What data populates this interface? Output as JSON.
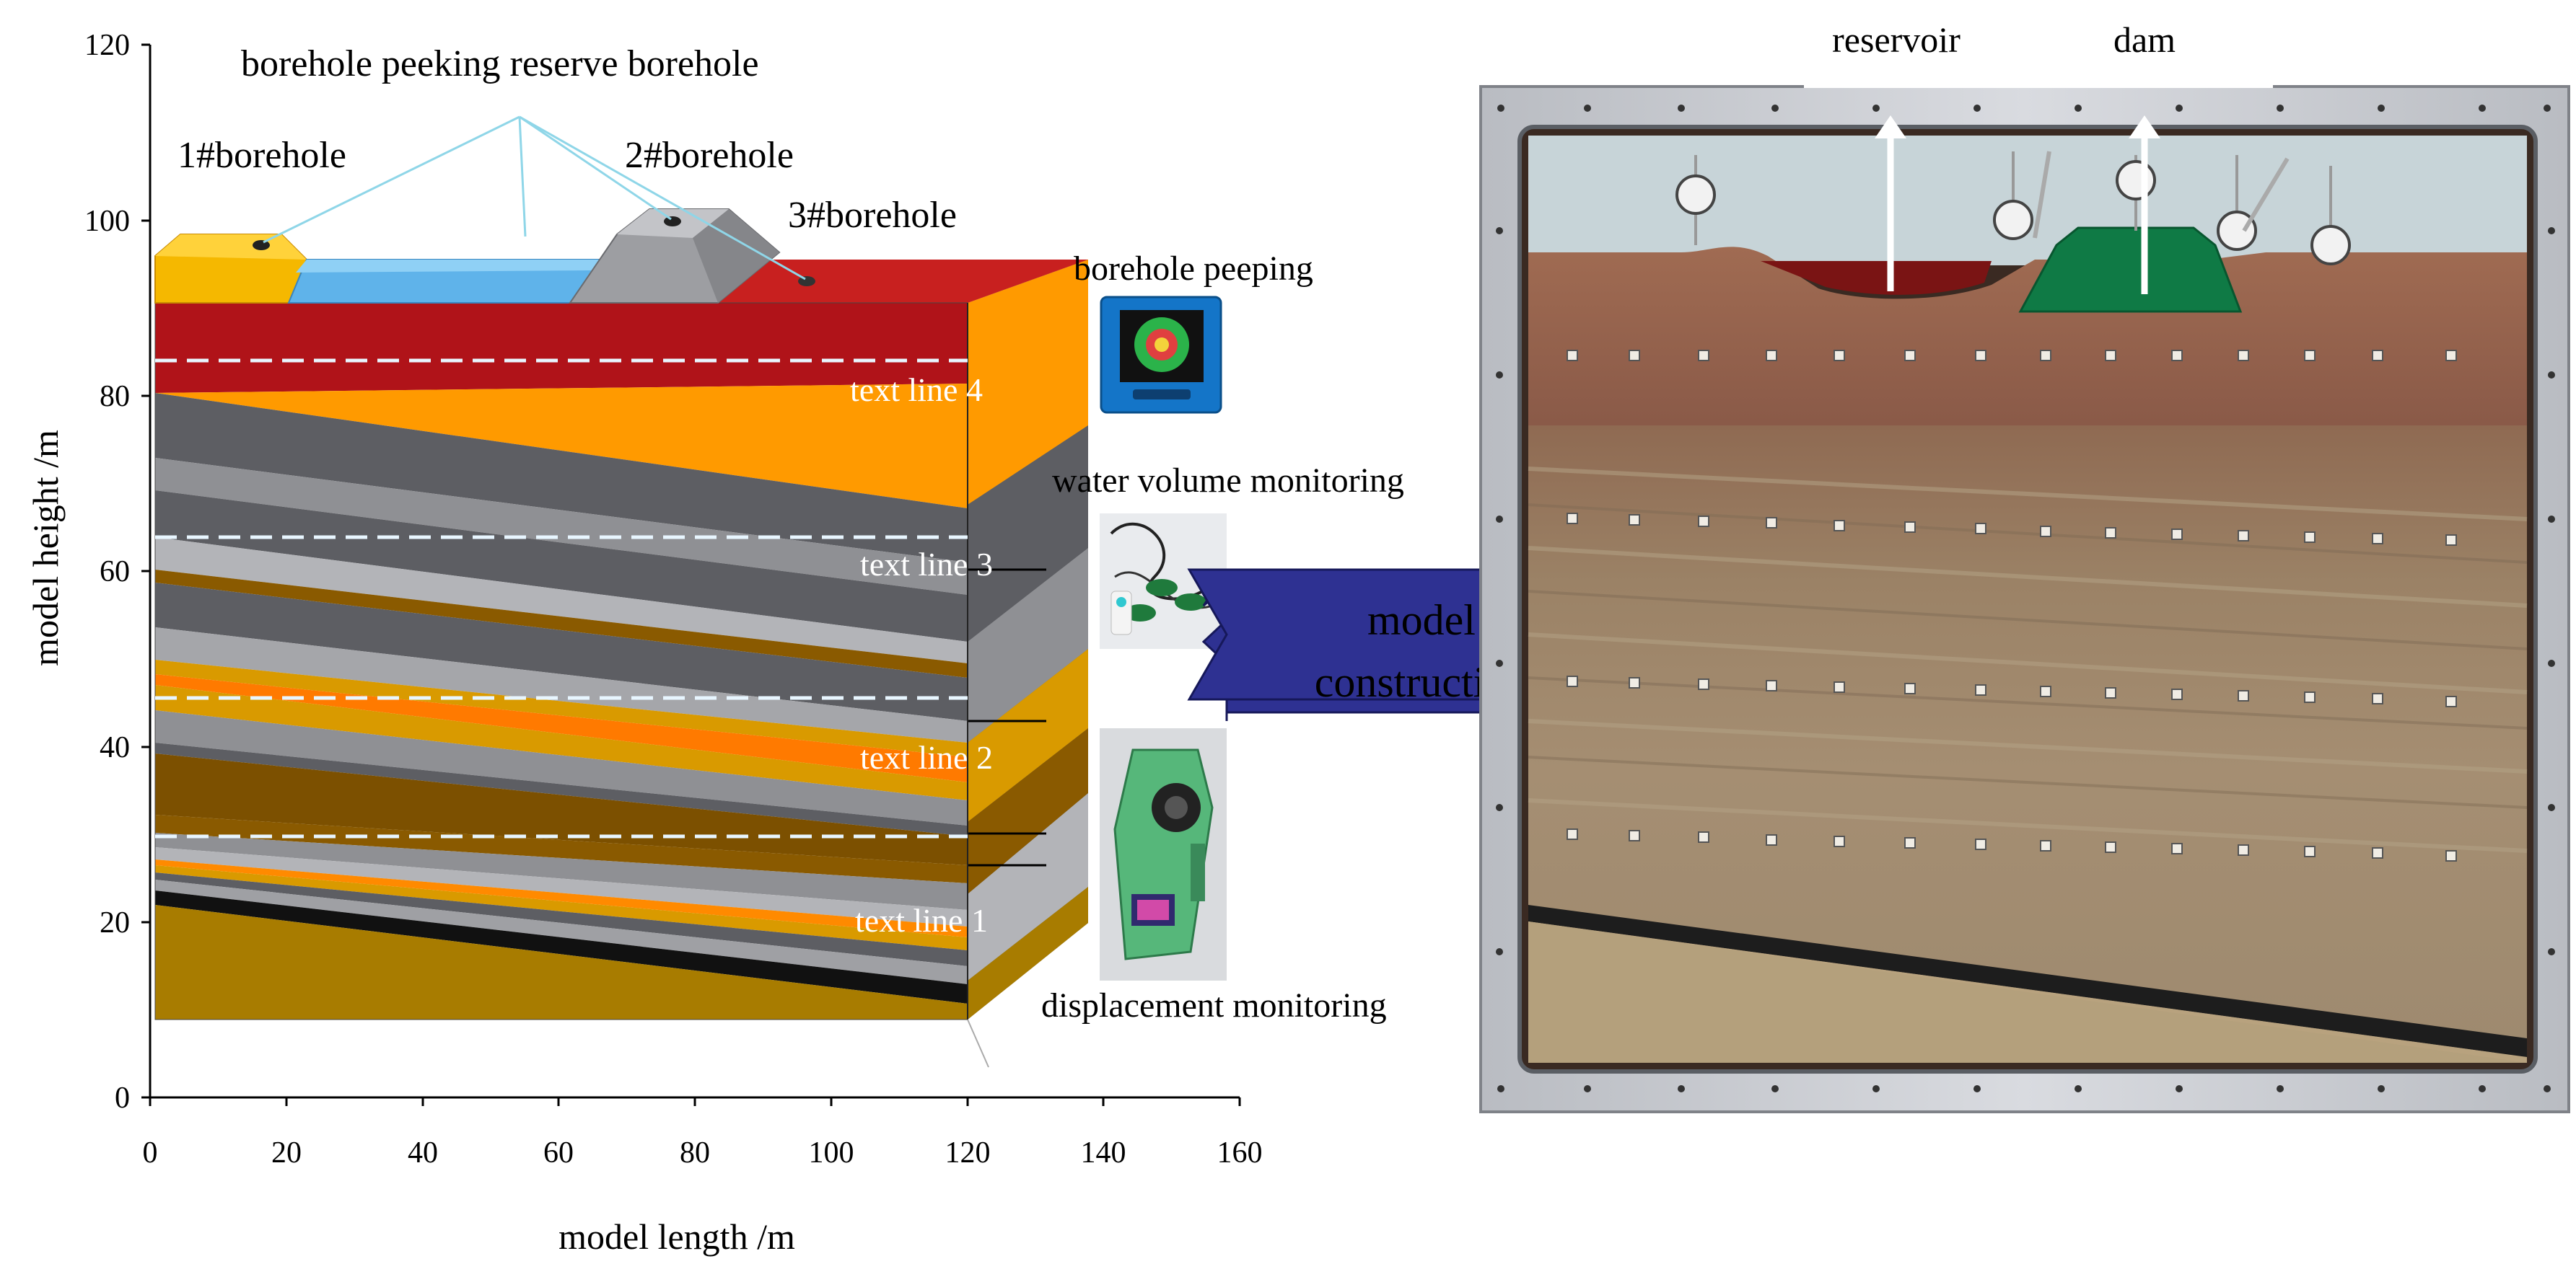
{
  "figure": {
    "axes": {
      "x_label": "model length /m",
      "y_label": "model height /m",
      "x_ticks": [
        "0",
        "20",
        "40",
        "60",
        "80",
        "100",
        "120",
        "140",
        "160"
      ],
      "y_ticks": [
        "0",
        "20",
        "40",
        "60",
        "80",
        "100",
        "120"
      ],
      "x_range": [
        0,
        160
      ],
      "y_range": [
        0,
        120
      ]
    },
    "labels": {
      "borehole_peeking_reserve": "borehole peeking reserve borehole",
      "borehole_1": "1#borehole",
      "borehole_2": "2#borehole",
      "borehole_3": "3#borehole",
      "text_line_4": "text line 4",
      "text_line_3": "text line 3",
      "text_line_2": "text line 2",
      "text_line_1": "text line 1"
    },
    "instruments": {
      "borehole_peeping": "borehole peeping",
      "water_volume_monitoring": "water volume monitoring",
      "displacement_monitoring": "displacement monitoring"
    },
    "arrow_label_line1": "model",
    "arrow_label_line2": "construction",
    "photo": {
      "reservoir_label": "reservoir",
      "dam_label": "dam"
    },
    "colors": {
      "red_layer": "#b01319",
      "orange_layer": "#ff9a00",
      "bright_orange": "#ff7a00",
      "gold_layer": "#d99a00",
      "brown_layer": "#8a5a00",
      "dark_grey": "#5d5e63",
      "mid_grey": "#8f9094",
      "light_grey": "#b3b4b8",
      "black_layer": "#111111",
      "base_layer": "#a87c00",
      "water": "#5fb3ea",
      "arrow_fill": "#2e3192",
      "dam_green": "#0f7a45"
    }
  }
}
